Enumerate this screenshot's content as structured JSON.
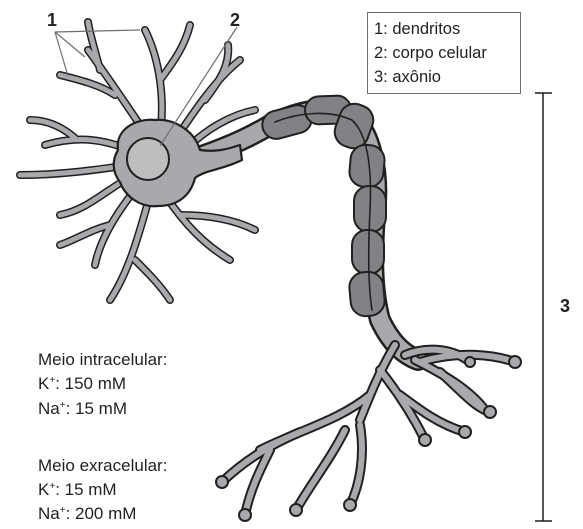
{
  "labels": {
    "dendrites_number": "1",
    "cell_body_number": "2",
    "axon_number": "3"
  },
  "legend": {
    "items": [
      "1: dendritos",
      "2: corpo celular",
      "3: axônio"
    ]
  },
  "intracellular": {
    "title": "Meio intracelular:",
    "k_ion": "K",
    "k_charge": "+",
    "k_value": ": 150 mM",
    "na_ion": "Na",
    "na_charge": "+",
    "na_value": ": 15 mM"
  },
  "extracellular": {
    "title": "Meio exracelular:",
    "k_ion": "K",
    "k_charge": "+",
    "k_value": ": 15 mM",
    "na_ion": "Na",
    "na_charge": "+",
    "na_value": ": 200 mM"
  },
  "colors": {
    "outline": "#231f20",
    "cell_fill": "#a7a9ac",
    "nucleus_fill": "#bcbec0",
    "myelin_fill": "#808285",
    "leader_line": "#6d6e71"
  }
}
